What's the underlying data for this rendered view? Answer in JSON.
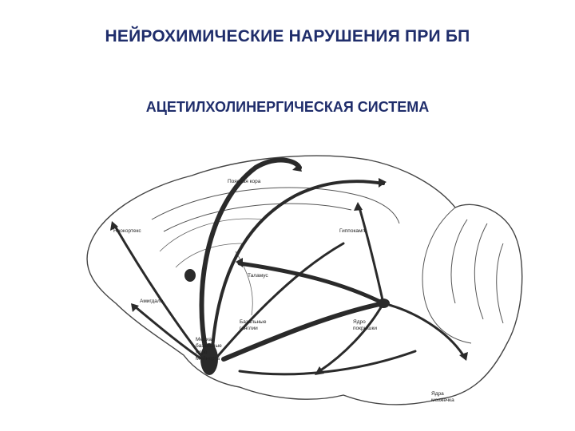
{
  "slide": {
    "title": "НЕЙРОХИМИЧЕСКИЕ НАРУШЕНИЯ ПРИ БП",
    "subtitle": "АЦЕТИЛХОЛИНЕРГИЧЕСКАЯ СИСТЕМА"
  },
  "diagram": {
    "colors": {
      "text": "#1f2d6b",
      "ink": "#2a2a2a",
      "background": "#ffffff"
    },
    "labels": {
      "basal_nucleus": [
        "Медиа-",
        "базальные",
        "ядро",
        "Мейнерта"
      ],
      "tegmental_nucleus": [
        "Ядро",
        "покрышки"
      ],
      "thalamus": "Таламус",
      "basal_ganglia": [
        "Базальные",
        "ганглии"
      ],
      "amygdala": "Амигдала",
      "hippocampus": "Гиппокамп",
      "cingulate_cortex": "Поясная кора",
      "neocortex": "Неокортекс",
      "cerebellar_nuclei": [
        "Ядра",
        "мозжечка"
      ]
    }
  }
}
